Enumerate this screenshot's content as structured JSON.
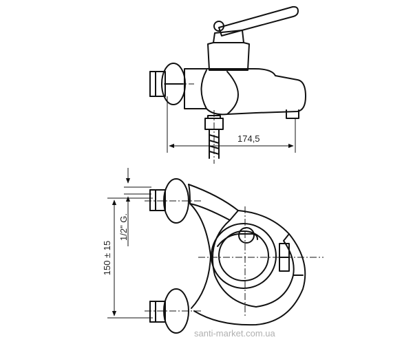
{
  "dimensions": {
    "width_label": "174,5",
    "height_label": "150 ± 15",
    "thread_label": "1/2\" G."
  },
  "watermark": "santi-market.com.ua",
  "colors": {
    "line": "#111111",
    "watermark": "#b0b0b0"
  }
}
